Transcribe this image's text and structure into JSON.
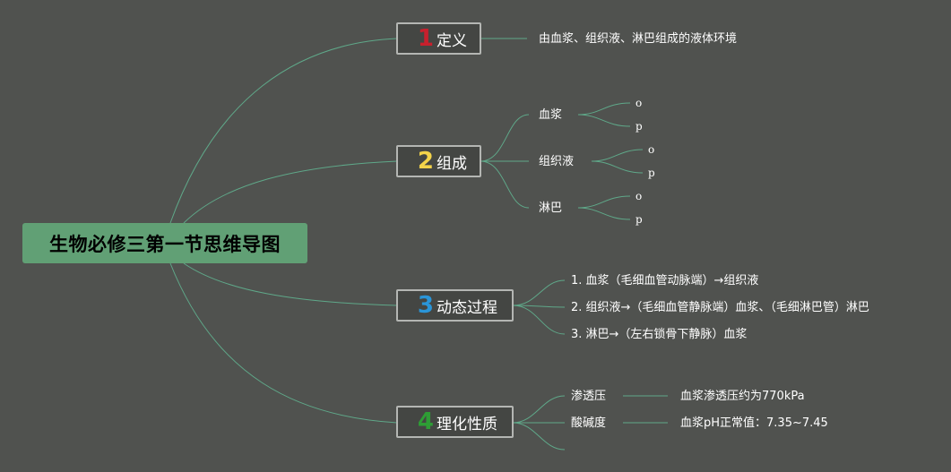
{
  "root": "生物必修三第一节思维导图",
  "colors": {
    "background": "#50524f",
    "root": "#61a075",
    "line": "#5fa889",
    "n1": "#c8202d",
    "n2": "#f3d34a",
    "n3": "#2a95d8",
    "n4": "#2e9d35"
  },
  "branches": [
    {
      "num": "1",
      "label": "定义"
    },
    {
      "num": "2",
      "label": "组成"
    },
    {
      "num": "3",
      "label": "动态过程"
    },
    {
      "num": "4",
      "label": "理化性质"
    }
  ],
  "definition": "由血浆、组织液、淋巴组成的液体环境",
  "components": [
    {
      "label": "血浆",
      "items": [
        "o",
        "p"
      ]
    },
    {
      "label": "组织液",
      "items": [
        "o",
        "p"
      ]
    },
    {
      "label": "淋巴",
      "items": [
        "o",
        "p"
      ]
    }
  ],
  "processes": [
    "1. 血浆（毛细血管动脉端）→组织液",
    "2. 组织液→（毛细血管静脉端）血浆、（毛细淋巴管）淋巴",
    "3. 淋巴→（左右锁骨下静脉）血浆"
  ],
  "properties": [
    {
      "label": "渗透压",
      "value": "血浆渗透压约为770kPa"
    },
    {
      "label": "酸碱度",
      "value": "血浆pH正常值：7.35~7.45"
    }
  ]
}
